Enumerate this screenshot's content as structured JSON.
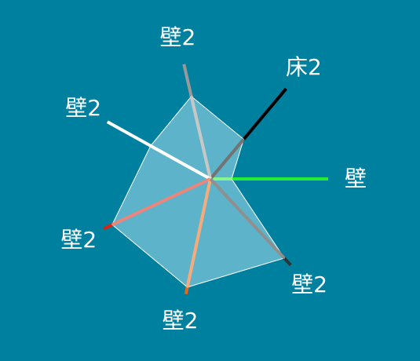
{
  "colors": {
    "background": "#00809f",
    "polygon_fill": "#7cc6d8",
    "polygon_stroke": "#ffffff"
  },
  "chart_data": {
    "type": "radar",
    "title": "",
    "axes": [
      {
        "label": "壁",
        "color": "#22ee33",
        "angle_deg": 0,
        "value": 0.18,
        "max": 1
      },
      {
        "label": "床2",
        "color": "#000000",
        "angle_deg": 50,
        "value": 0.44,
        "max": 1
      },
      {
        "label": "壁2",
        "color": "#999999",
        "angle_deg": 103,
        "value": 0.72,
        "max": 1
      },
      {
        "label": "壁2",
        "color": "#ffffff",
        "angle_deg": 151,
        "value": 0.58,
        "max": 1
      },
      {
        "label": "壁2",
        "color": "#dd2211",
        "angle_deg": 205,
        "value": 0.92,
        "max": 1
      },
      {
        "label": "壁2",
        "color": "#ee6611",
        "angle_deg": 258,
        "value": 0.94,
        "max": 1
      },
      {
        "label": "壁2",
        "color": "#333333",
        "angle_deg": 313,
        "value": 0.92,
        "max": 1
      }
    ]
  }
}
